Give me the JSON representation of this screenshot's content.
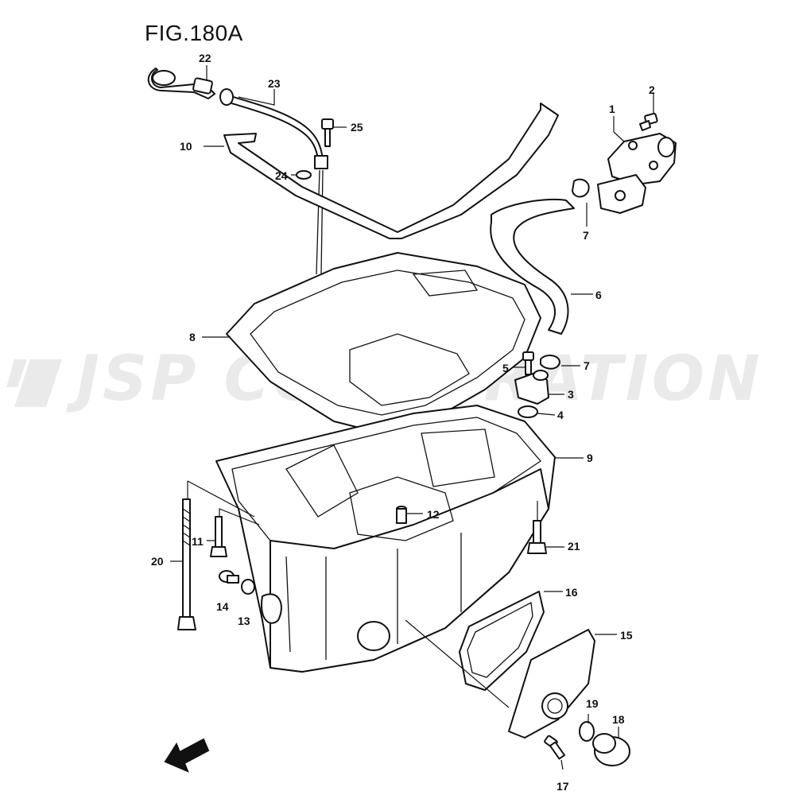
{
  "figure": {
    "title": "FIG.180A"
  },
  "watermark": {
    "text": "JSP CORPORATION"
  },
  "fwd_label": "FWD",
  "callouts": [
    {
      "key": "c1",
      "label": "1"
    },
    {
      "key": "c2",
      "label": "2"
    },
    {
      "key": "c3",
      "label": "3"
    },
    {
      "key": "c4",
      "label": "4"
    },
    {
      "key": "c5",
      "label": "5"
    },
    {
      "key": "c6",
      "label": "6"
    },
    {
      "key": "c7a",
      "label": "7"
    },
    {
      "key": "c7b",
      "label": "7"
    },
    {
      "key": "c8",
      "label": "8"
    },
    {
      "key": "c9",
      "label": "9"
    },
    {
      "key": "c10",
      "label": "10"
    },
    {
      "key": "c11",
      "label": "11"
    },
    {
      "key": "c12",
      "label": "12"
    },
    {
      "key": "c13",
      "label": "13"
    },
    {
      "key": "c14",
      "label": "14"
    },
    {
      "key": "c15",
      "label": "15"
    },
    {
      "key": "c16",
      "label": "16"
    },
    {
      "key": "c17",
      "label": "17"
    },
    {
      "key": "c18",
      "label": "18"
    },
    {
      "key": "c19",
      "label": "19"
    },
    {
      "key": "c20",
      "label": "20"
    },
    {
      "key": "c21",
      "label": "21"
    },
    {
      "key": "c22",
      "label": "22"
    },
    {
      "key": "c23",
      "label": "23"
    },
    {
      "key": "c24",
      "label": "24"
    },
    {
      "key": "c25",
      "label": "25"
    }
  ]
}
